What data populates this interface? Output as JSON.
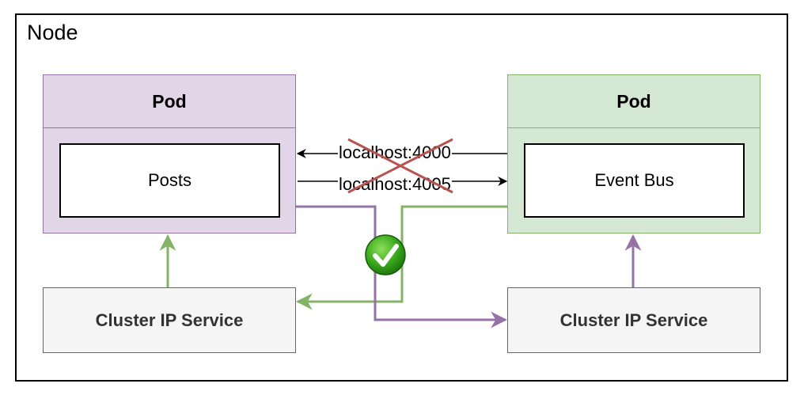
{
  "node": {
    "label": "Node"
  },
  "pods": [
    {
      "header": "Pod",
      "container": "Posts",
      "color": "#e1d5e7",
      "border": "#9673a6"
    },
    {
      "header": "Pod",
      "container": "Event Bus",
      "color": "#d5e8d4",
      "border": "#82b366"
    }
  ],
  "services": [
    {
      "label": "Cluster IP Service"
    },
    {
      "label": "Cluster IP Service"
    }
  ],
  "connections": {
    "direct_left": {
      "label": "localhost:4000",
      "crossed_out": true
    },
    "direct_right": {
      "label": "localhost:4005",
      "crossed_out": true
    },
    "green_path_color": "#82b366",
    "purple_path_color": "#9673a6",
    "cross_color": "#b85450",
    "status_icon": "check-circle-icon"
  }
}
